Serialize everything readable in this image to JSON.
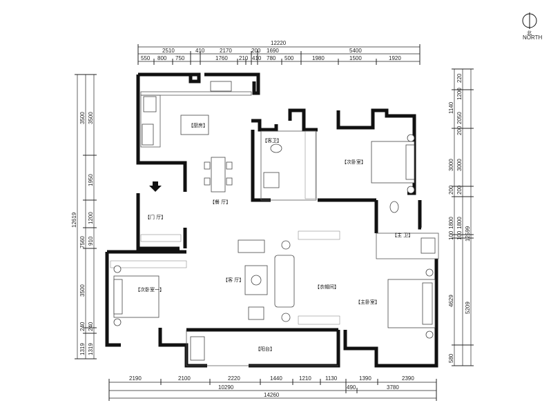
{
  "compass": {
    "symbol": "北",
    "label": "NORTH"
  },
  "rooms": {
    "kitchen": "【厨房】",
    "dining": "【餐 厅】",
    "guest_bath": "【客卫】",
    "second_bedroom": "【次卧室】",
    "foyer": "【门 厅】",
    "master_bath": "【主 卫】",
    "second_bedroom_one": "【次卧室一】",
    "living": "【客 厅】",
    "closet": "【衣帽间】",
    "master_bedroom": "【主卧室】",
    "balcony": "【阳台】"
  },
  "dims": {
    "top_total": "12220",
    "top_mid": [
      "2510",
      "410",
      "2170",
      "200",
      "1690",
      "5400"
    ],
    "top_inner": [
      "550",
      "800",
      "750",
      "1760",
      "210",
      "410",
      "780",
      "500",
      "1980",
      "1500",
      "1920"
    ],
    "bottom_inner": [
      "2190",
      "2100",
      "2220",
      "1440",
      "1210",
      "1130",
      "1390",
      "2390"
    ],
    "bottom_mid": [
      "10290",
      "490",
      "3780"
    ],
    "bottom_total": "14260",
    "left_outer": [
      "12619",
      "7560"
    ],
    "left_mid": [
      "3500",
      "1950",
      "1200",
      "910",
      "3500",
      "240",
      "1319"
    ],
    "left_inner": [
      "3500",
      "240",
      "1319"
    ],
    "right_outer": [
      "12599"
    ],
    "right_mid": [
      "1140",
      "3000",
      "200",
      "1800",
      "100",
      "4629",
      "580"
    ],
    "right_inner": [
      "220",
      "1200",
      "2050",
      "200",
      "3000",
      "200",
      "1800",
      "100",
      "5209"
    ]
  }
}
